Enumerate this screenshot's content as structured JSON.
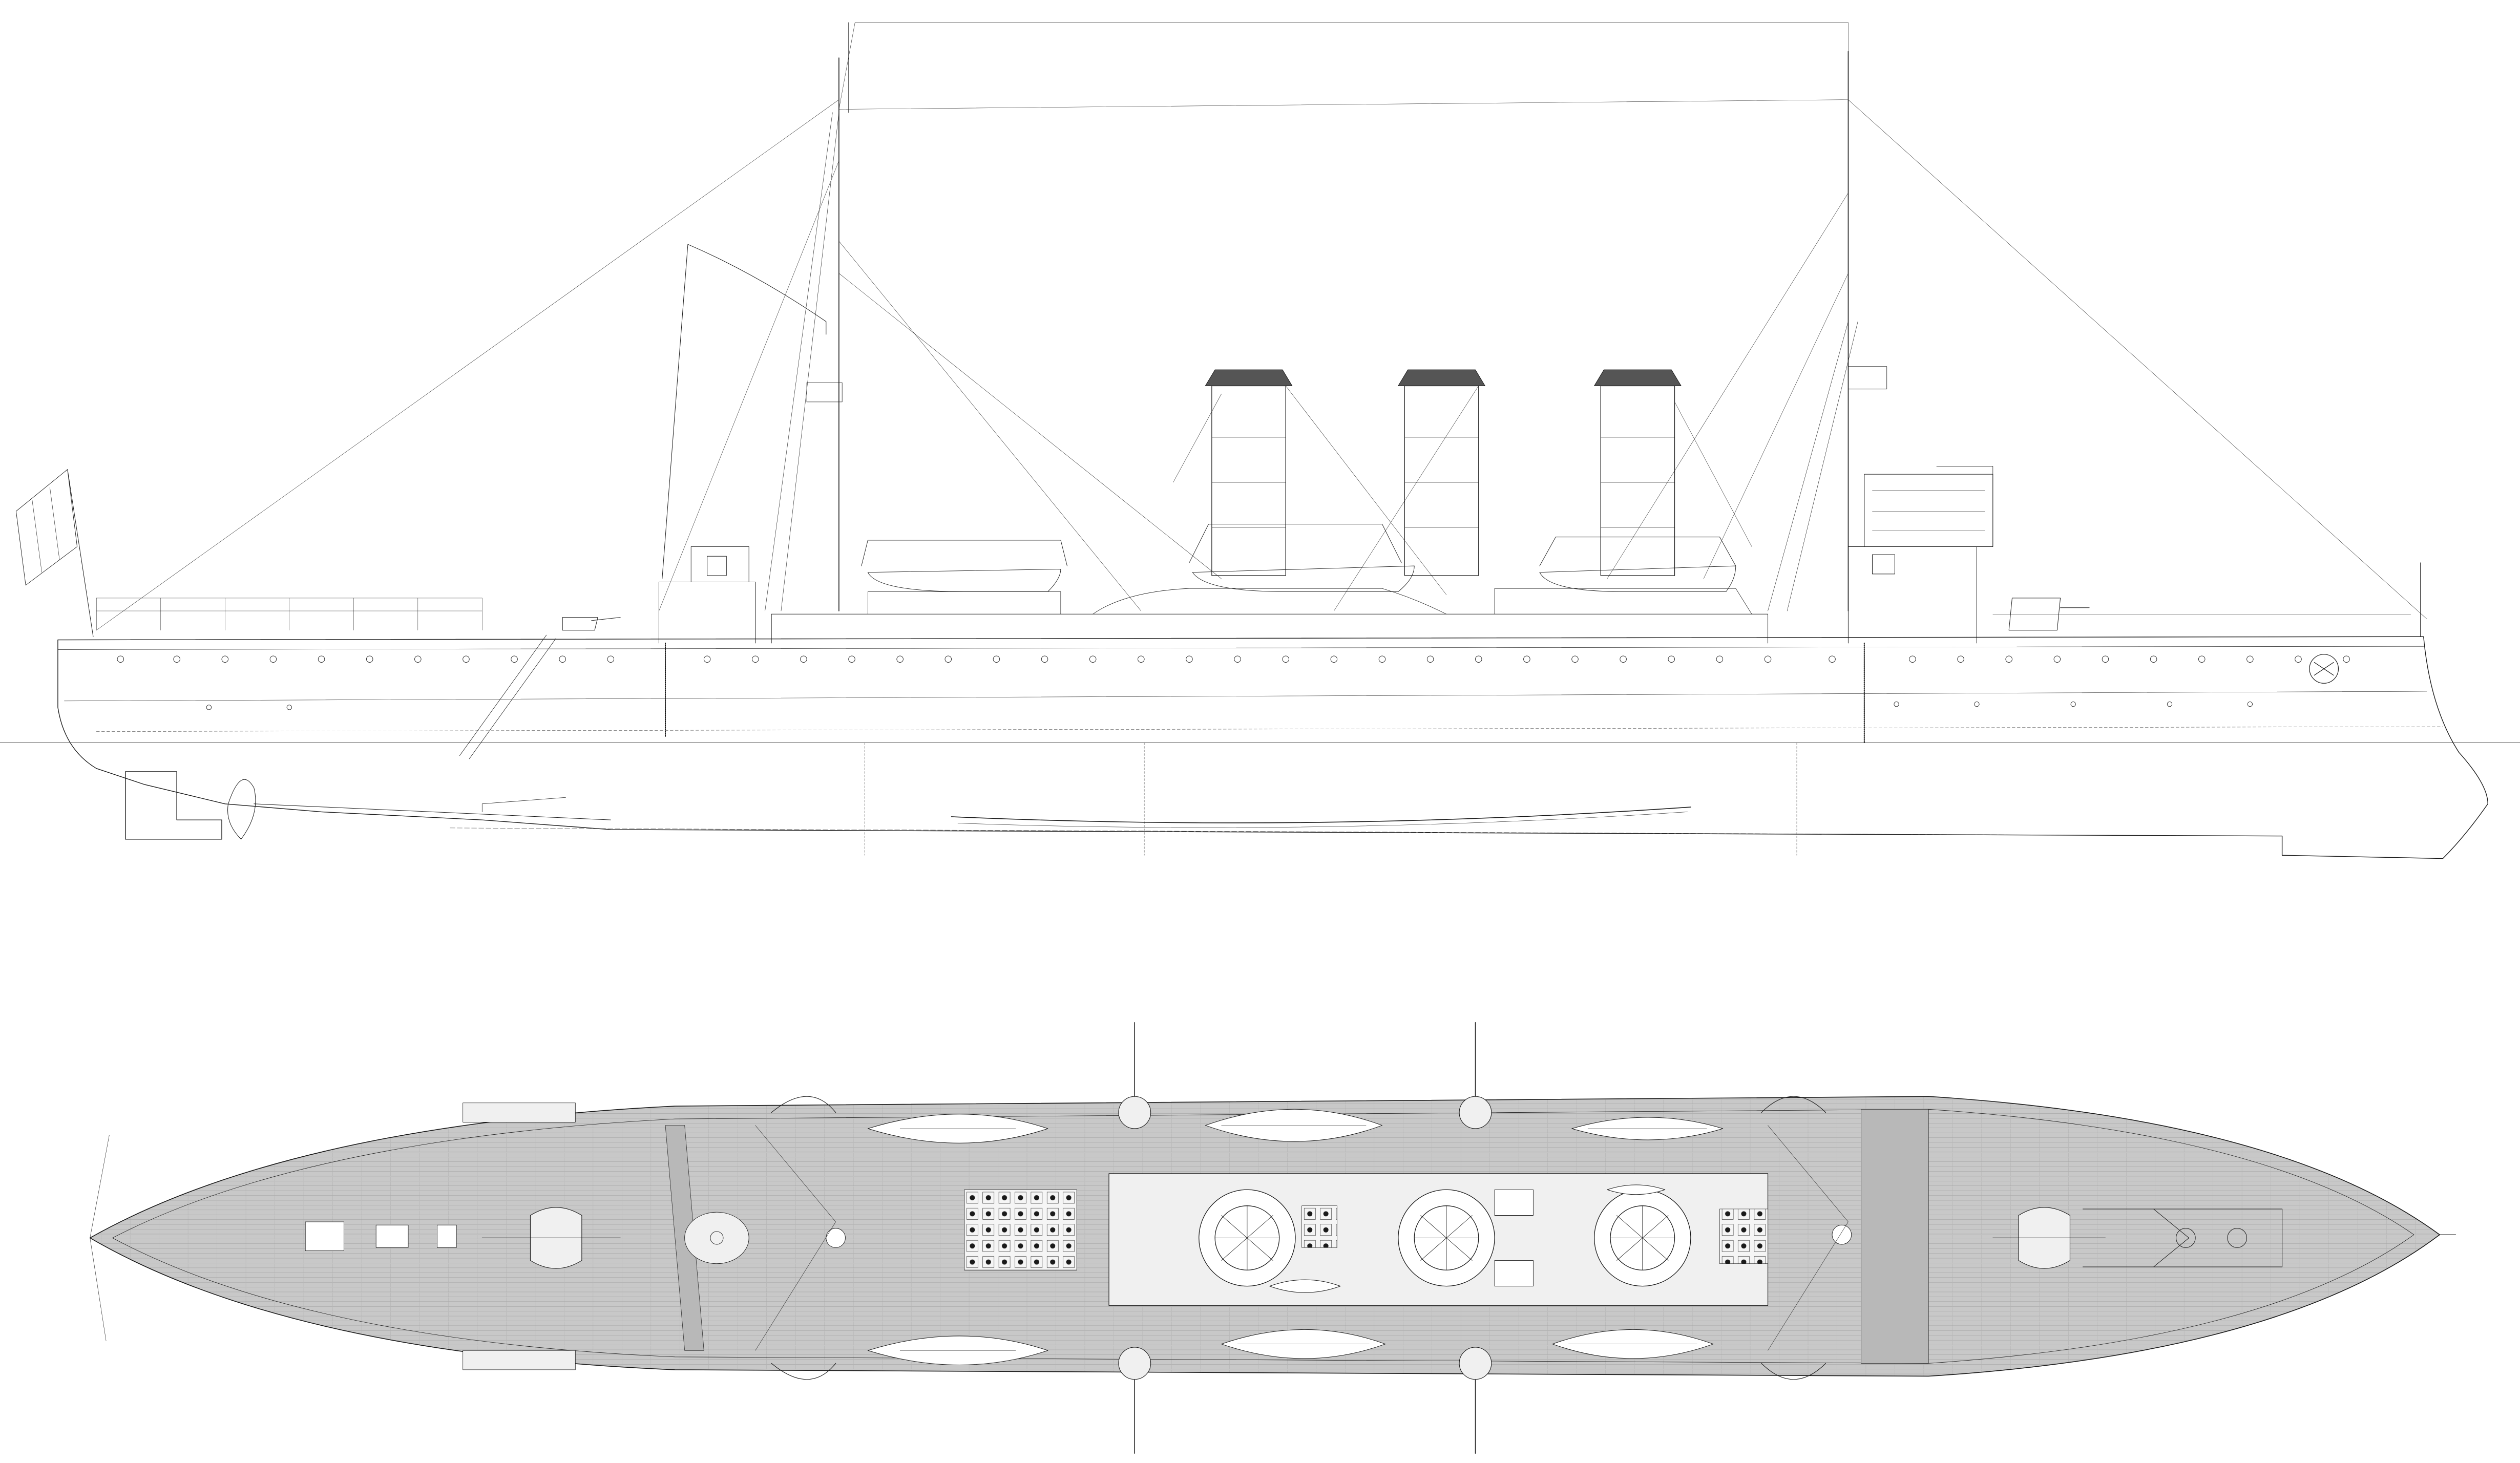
{
  "drawing": {
    "views": [
      "side-profile",
      "deck-plan"
    ],
    "vessel": {
      "masts": 2,
      "funnels": 3,
      "flag_at_stern": true
    },
    "colors": {
      "background": "#ffffff",
      "ink": "#1a1a1a",
      "deck": "#c8c8c8",
      "deck_planking": "#9a9a9a",
      "funnel_top": "#555555"
    }
  }
}
